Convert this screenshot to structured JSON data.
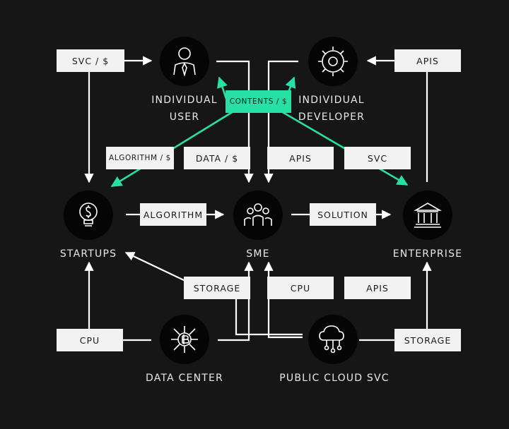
{
  "nodes": {
    "individual_user": "INDIVIDUAL\nUSER",
    "individual_developer": "INDIVIDUAL\nDEVELOPER",
    "startups": "STARTUPS",
    "sme": "SME",
    "enterprise": "ENTERPRISE",
    "data_center": "DATA CENTER",
    "public_cloud": "PUBLIC CLOUD SVC"
  },
  "tags": {
    "svc_dollar": "SVC / $",
    "apis_top": "APIS",
    "contents": "CONTENTS / $",
    "algorithm_dollar": "ALGORITHM / $",
    "data_dollar": "DATA / $",
    "apis_mid": "APIS",
    "svc_mid": "SVC",
    "algorithm": "ALGORITHM",
    "solution": "SOLUTION",
    "storage_mid": "STORAGE",
    "cpu_mid": "CPU",
    "apis_low": "APIS",
    "cpu_left": "CPU",
    "storage_right": "STORAGE"
  },
  "colors": {
    "background": "#161616",
    "line": "#ffffff",
    "accent": "#27e0a6",
    "tag_bg": "#f2f2f2"
  },
  "icons": {
    "individual_user": "person-tie-icon",
    "individual_developer": "gear-wrench-icon",
    "startups": "lightbulb-dollar-icon",
    "sme": "team-icon",
    "enterprise": "bank-building-icon",
    "data_center": "circuit-bitcoin-icon",
    "public_cloud": "cloud-network-icon"
  }
}
